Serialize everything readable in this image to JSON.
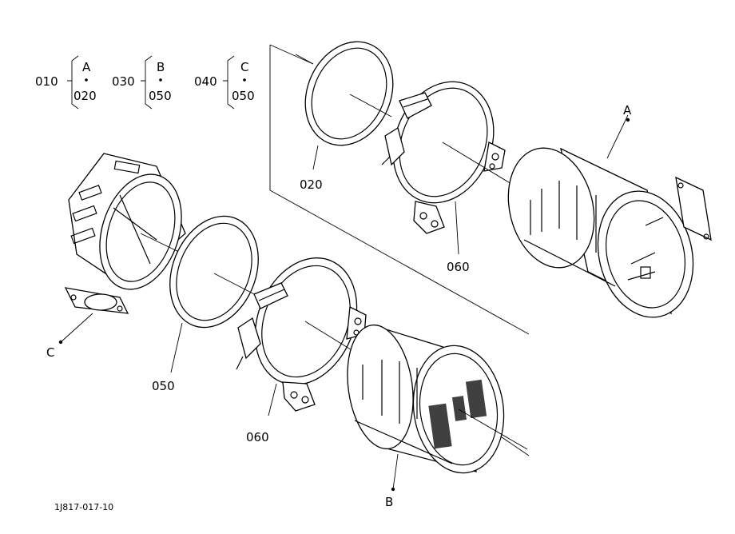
{
  "legend": [
    {
      "parent": "010",
      "ref": "A",
      "child": "020"
    },
    {
      "parent": "030",
      "ref": "B",
      "child": "050"
    },
    {
      "parent": "040",
      "ref": "C",
      "child": "050"
    }
  ],
  "callouts": {
    "ring_top": "020",
    "clamp_top": "060",
    "body_a": "A",
    "ring_bottom": "050",
    "clamp_bottom": "060",
    "body_b": "B",
    "body_c": "C"
  },
  "drawing_id": "1J817-017-10"
}
